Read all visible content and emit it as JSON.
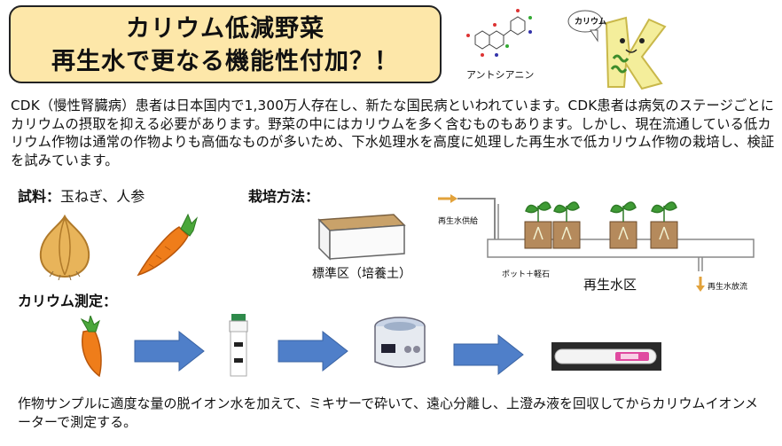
{
  "title": {
    "line1": "カリウム低減野菜",
    "line2": "再生水で更なる機能性付加？！"
  },
  "anthocyanin_caption": "アントシアニン",
  "mascot_label": "カリウム",
  "intro_text": "CDK（慢性腎臓病）患者は日本国内で1,300万人存在し、新たな国民病といわれています。CDK患者は病気のステージごとにカリウムの摂取を抑える必要があります。野菜の中にはカリウムを多く含むものもあります。しかし、現在流通している低カリウム作物は通常の作物よりも高価なものが多いため、下水処理水を高度に処理した再生水で低カリウム作物の栽培し、検証を試みています。",
  "samples": {
    "label": "試料：",
    "value": "玉ねぎ、人参"
  },
  "cultivation": {
    "label": "栽培方法：",
    "standard_plot": "標準区（培養土）",
    "reclaimed_plot": "再生水区",
    "supply_label": "再生水供給",
    "pot_label": "ポット＋軽石",
    "discharge_label": "再生水放流"
  },
  "measurement": {
    "label": "カリウム測定："
  },
  "footer_text": "作物サンプルに適度な量の脱イオン水を加えて、ミキサーで砕いて、遠心分離し、上澄み液を回収してからカリウムイオンメーターで測定する。",
  "colors": {
    "title_bg": "#fde7a9",
    "arrow_blue": "#4f7fc9",
    "carrot_orange": "#ef7d1a",
    "leaf_green": "#4aa63a"
  }
}
